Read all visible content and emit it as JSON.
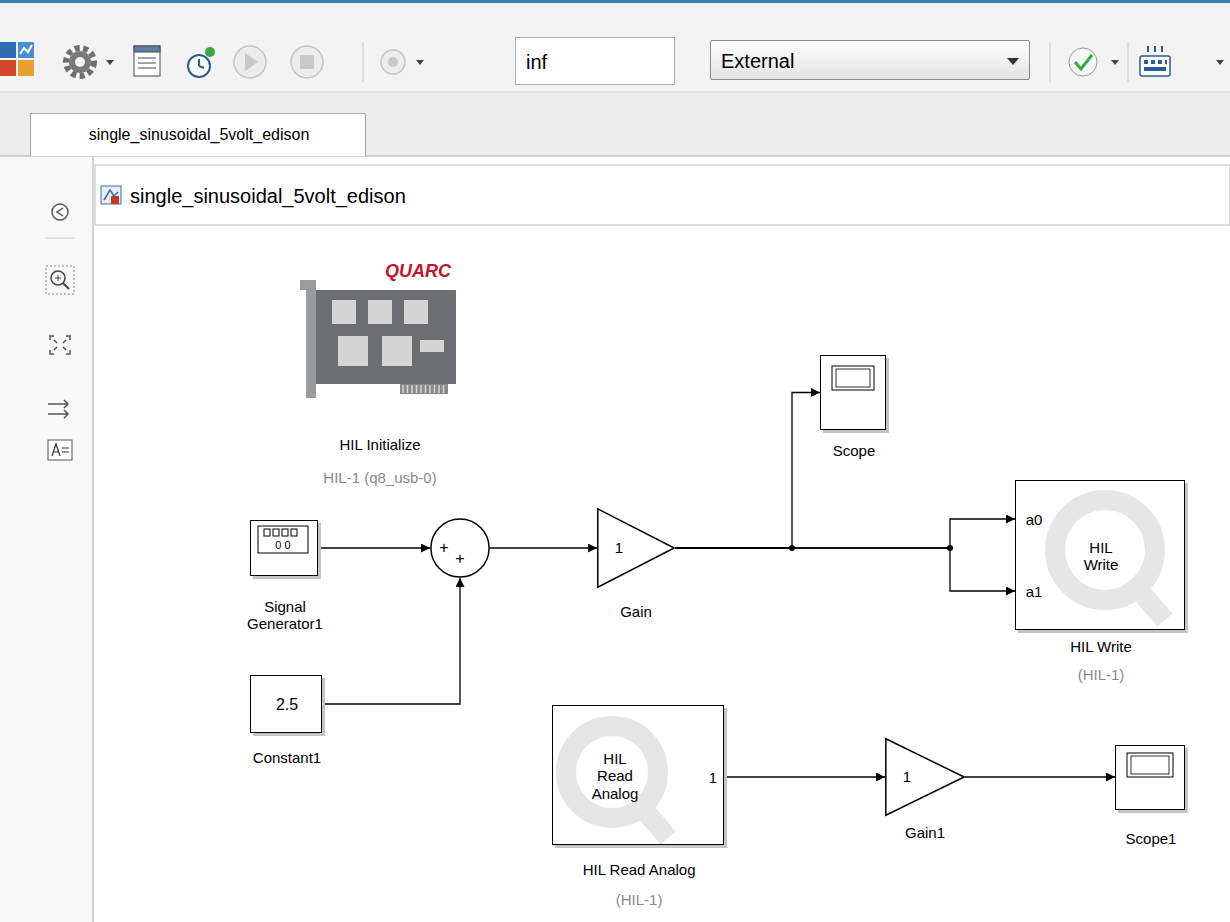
{
  "diagram": {
    "nodes": [
      {
        "text": [
          "inf"
        ]
      },
      {
        "text": [
          "External"
        ]
      },
      {
        "text": [
          "single_sinusoidal_5volt_edison"
        ]
      },
      {
        "text": [
          "HIL Initialize",
          "HIL-1 (q8_usb-0)"
        ]
      },
      {
        "text": [
          "Scope"
        ]
      },
      {
        "text": [
          "Signal Generator1"
        ]
      },
      {
        "text": [
          "+",
          "+"
        ]
      },
      {
        "text": [
          "1",
          "Gain"
        ]
      },
      {
        "text": [
          "a0",
          "a1",
          "HIL Write",
          "HIL Write",
          "(HIL-1)"
        ]
      },
      {
        "text": [
          "2.5",
          "Constant1"
        ]
      },
      {
        "text": [
          "HIL Read Analog",
          "1",
          "HIL Read Analog",
          "(HIL-1)"
        ]
      },
      {
        "text": [
          "1",
          "Gain1"
        ]
      },
      {
        "text": [
          "Scope1"
        ]
      }
    ],
    "edges": [
      {
        "from": 5,
        "to": 6,
        "arrow": "to"
      },
      {
        "from": 9,
        "to": 6,
        "arrow": "to"
      },
      {
        "from": 6,
        "to": 7,
        "arrow": "to"
      },
      {
        "from": 7,
        "to": 4,
        "arrow": "to"
      },
      {
        "from": 7,
        "to": 8,
        "arrow": "to"
      },
      {
        "from": 7,
        "to": 8,
        "arrow": "to"
      },
      {
        "from": 10,
        "to": 11,
        "arrow": "to"
      },
      {
        "from": 11,
        "to": 12,
        "arrow": "to"
      }
    ],
    "labels": [
      "single_sinusoidal_5volt_edison",
      "QUARC",
      "0 0"
    ]
  }
}
